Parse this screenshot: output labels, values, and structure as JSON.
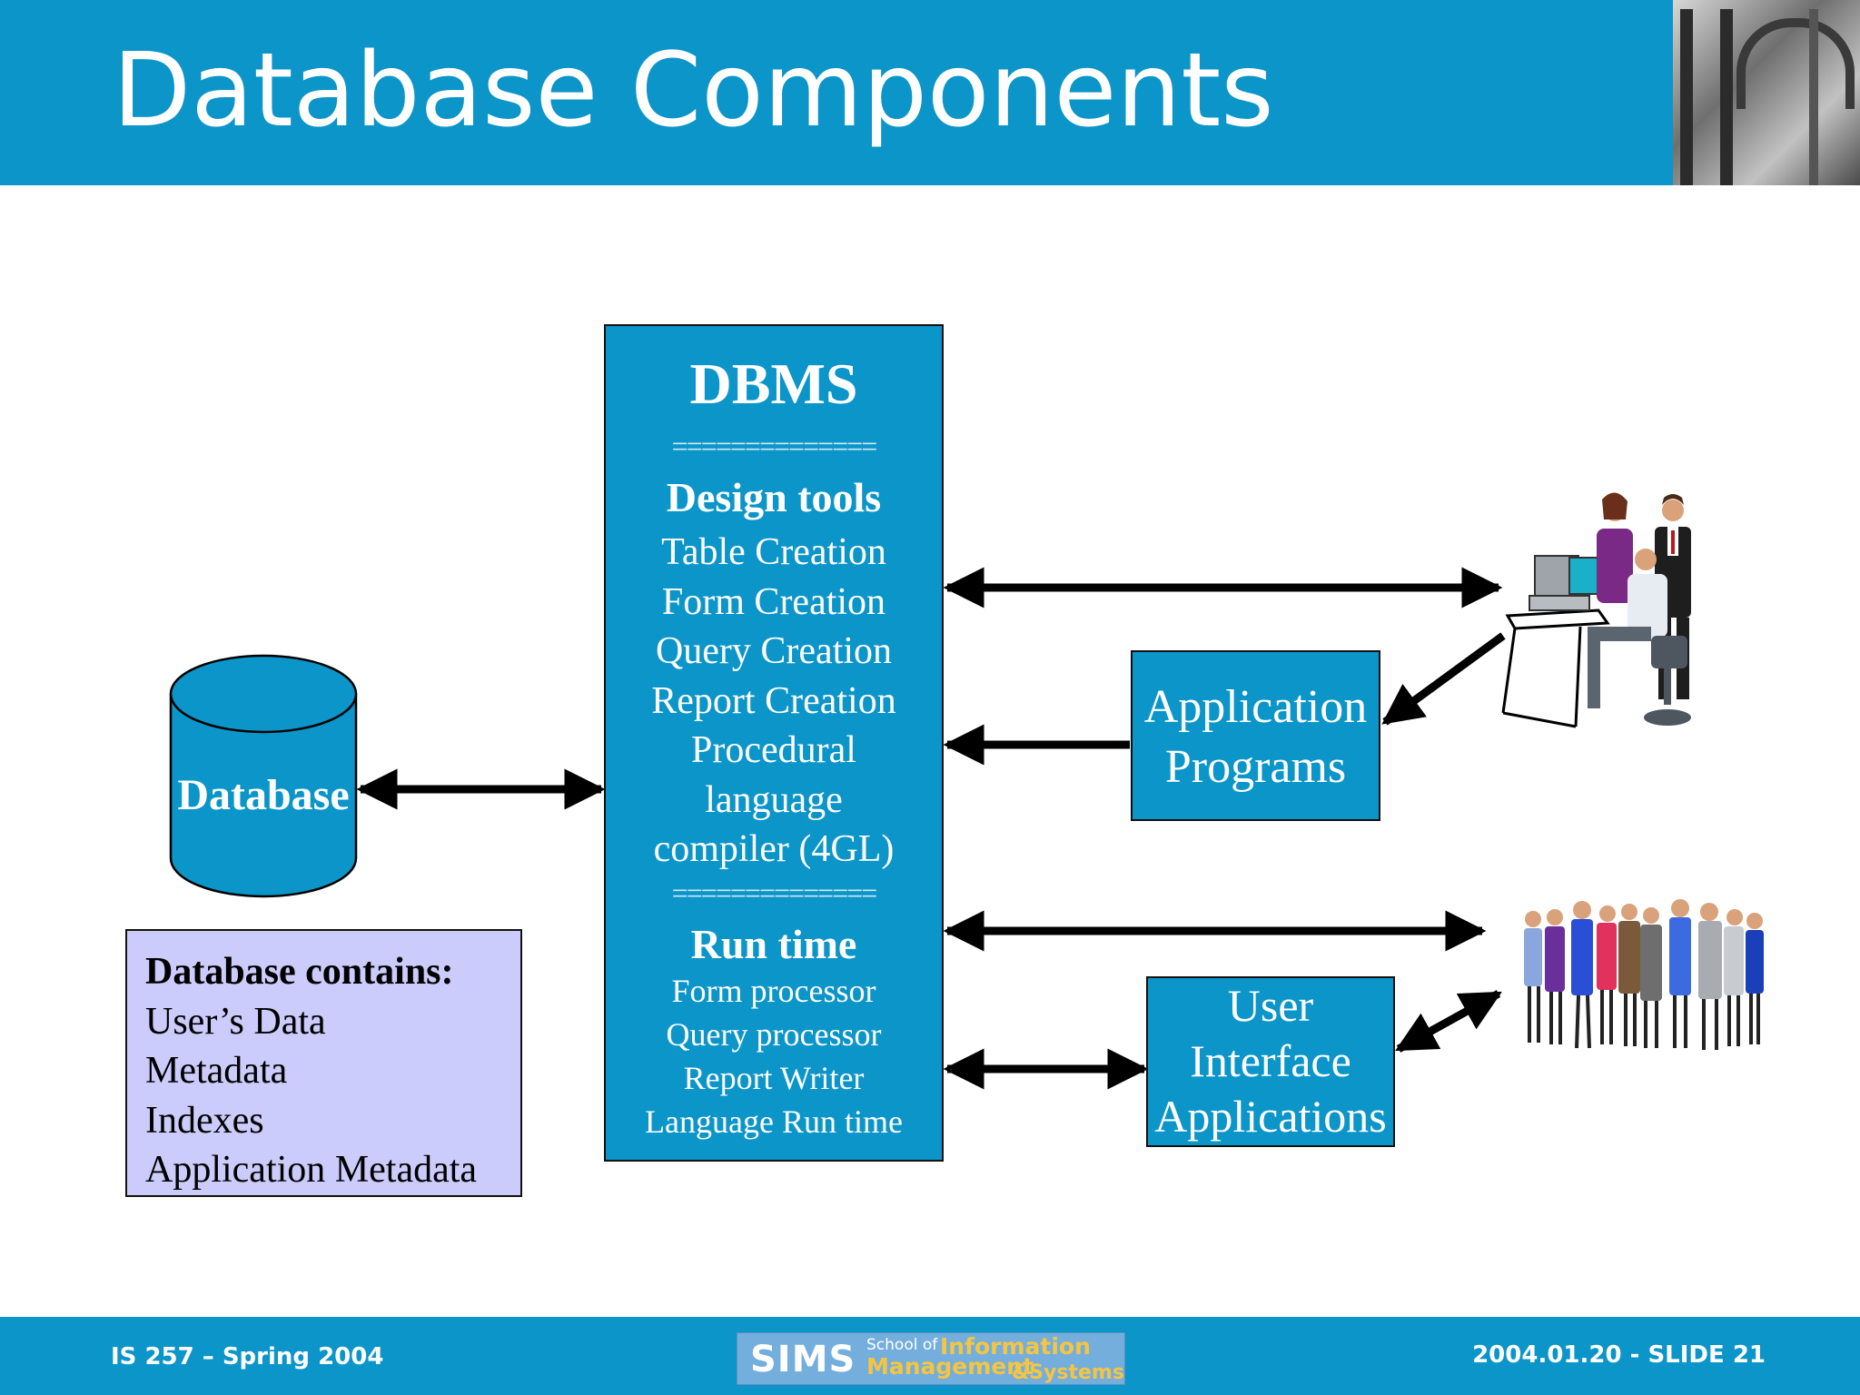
{
  "slide": {
    "title": "Database Components"
  },
  "dbms": {
    "title": "DBMS",
    "separator": "==============",
    "design_title": "Design tools",
    "design_items": [
      "Table Creation",
      "Form Creation",
      "Query Creation",
      "Report Creation",
      "Procedural",
      "language",
      "compiler (4GL)"
    ],
    "runtime_title": "Run time",
    "runtime_items": [
      "Form processor",
      "Query processor",
      "Report Writer",
      "Language Run time"
    ]
  },
  "database": {
    "label": "Database"
  },
  "contains_box": {
    "heading": "Database contains:",
    "items": [
      "User’s Data",
      "Metadata",
      "Indexes",
      "Application Metadata"
    ]
  },
  "app_programs": {
    "lines": [
      "Application",
      "Programs"
    ]
  },
  "ui_apps": {
    "lines": [
      "User",
      "Interface",
      "Applications"
    ]
  },
  "footer": {
    "left": "IS 257 – Spring 2004",
    "right": "2004.01.20 - SLIDE 21",
    "logo_sims": "SIMS",
    "logo_school_of": "School of",
    "logo_information": "Information",
    "logo_management": "Management",
    "logo_systems": "&Systems"
  },
  "colors": {
    "accent_blue": "#0b95c9",
    "box_lavender": "#ccccfc"
  },
  "icons": [
    "office-workers-computer-icon",
    "group-of-people-icon",
    "building-photo-icon"
  ]
}
